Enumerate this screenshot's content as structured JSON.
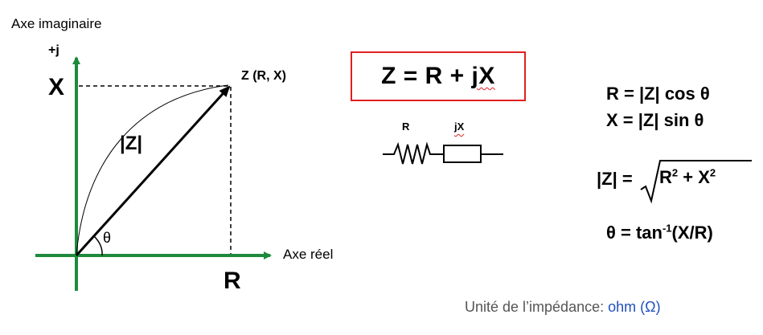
{
  "axes": {
    "imag_title": "Axe imaginaire",
    "imag_label": "+j",
    "real_label": "Axe réel"
  },
  "point": {
    "x_mark": "X",
    "r_mark": "R",
    "z_label": "Z (R, X)",
    "magnitude": "|Z|",
    "angle": "θ"
  },
  "equation": {
    "lhs": "Z",
    "eq": "=",
    "r": "R +",
    "jx": "jX"
  },
  "circuit": {
    "r_label": "R",
    "jx_label": "jX"
  },
  "formulas": {
    "r": "R = |Z| cos θ",
    "x": "X = |Z| sin θ",
    "mag_lhs": "|Z| =",
    "mag_r": "R",
    "mag_r_exp": "2",
    "mag_plus": "+ X",
    "mag_x_exp": "2",
    "theta_pre": "θ = tan",
    "theta_exp": "-1",
    "theta_post": "(X/R)"
  },
  "unit": {
    "prefix": "Unité de l’impédance: ",
    "value": "ohm (Ω)"
  },
  "colors": {
    "axis": "#1e8a3c",
    "box": "#e02020",
    "ohm": "#1f4fbf"
  }
}
